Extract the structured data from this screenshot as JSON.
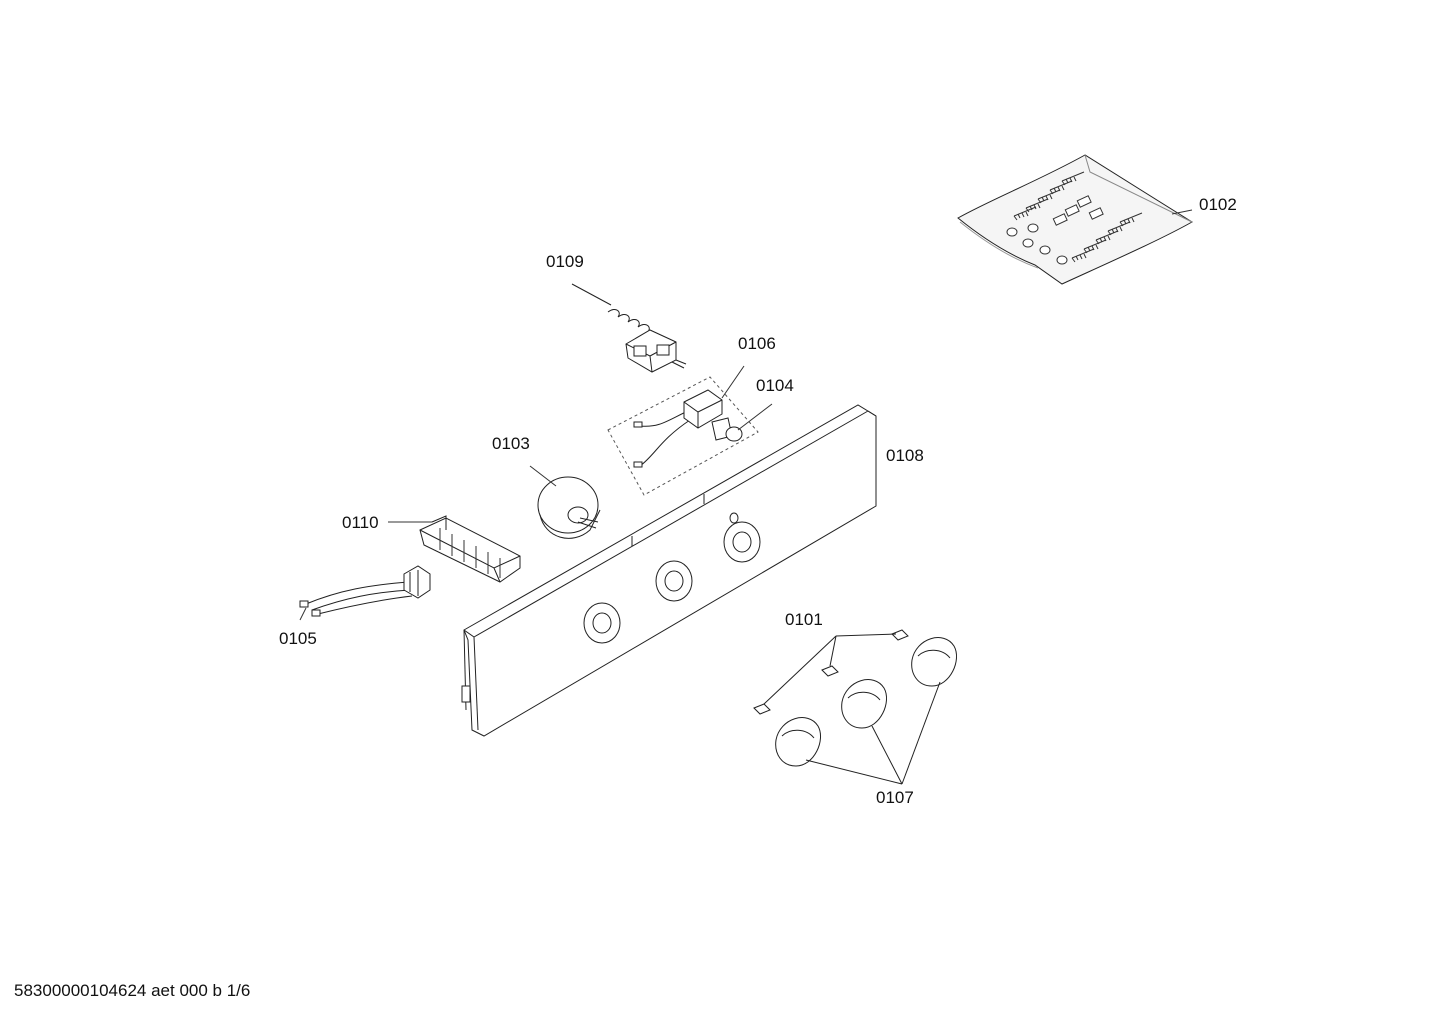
{
  "labels": {
    "p0101": "0101",
    "p0102": "0102",
    "p0103": "0103",
    "p0104": "0104",
    "p0105": "0105",
    "p0106": "0106",
    "p0107": "0107",
    "p0108": "0108",
    "p0109": "0109",
    "p0110": "0110"
  },
  "footer": {
    "code": "58300000104624 aet 000 b 1/6"
  }
}
